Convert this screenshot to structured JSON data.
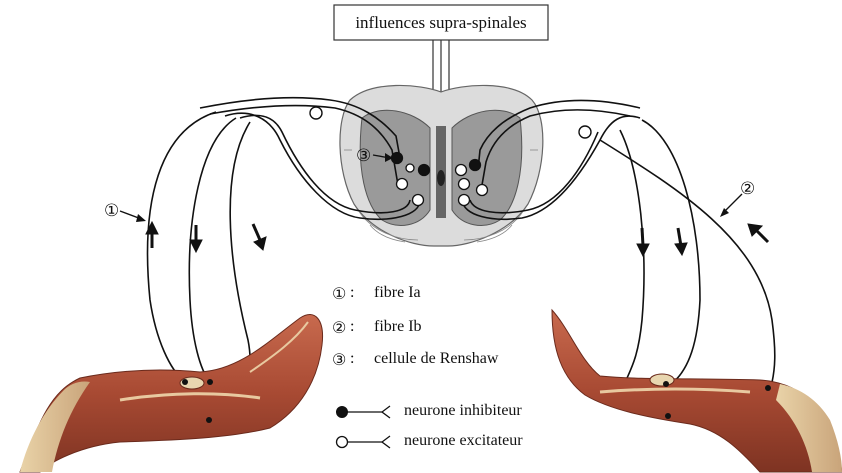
{
  "header": {
    "title": "influences supra-spinales"
  },
  "markers": {
    "m1": "①",
    "m2": "②",
    "m3": "③"
  },
  "legend": {
    "items": [
      {
        "marker": "①",
        "label": "fibre Ia"
      },
      {
        "marker": "②",
        "label": "fibre Ib"
      },
      {
        "marker": "③",
        "label": "cellule de Renshaw"
      }
    ],
    "symbols": [
      {
        "type": "filled",
        "label": "neurone inhibiteur"
      },
      {
        "type": "open",
        "label": "neurone excitateur"
      }
    ]
  },
  "colors": {
    "line": "#111111",
    "grey_matter": "#9a9a9a",
    "white_matter": "#dcdcdc",
    "muscle": "#b7563f",
    "tendon": "#e8d6b0"
  }
}
